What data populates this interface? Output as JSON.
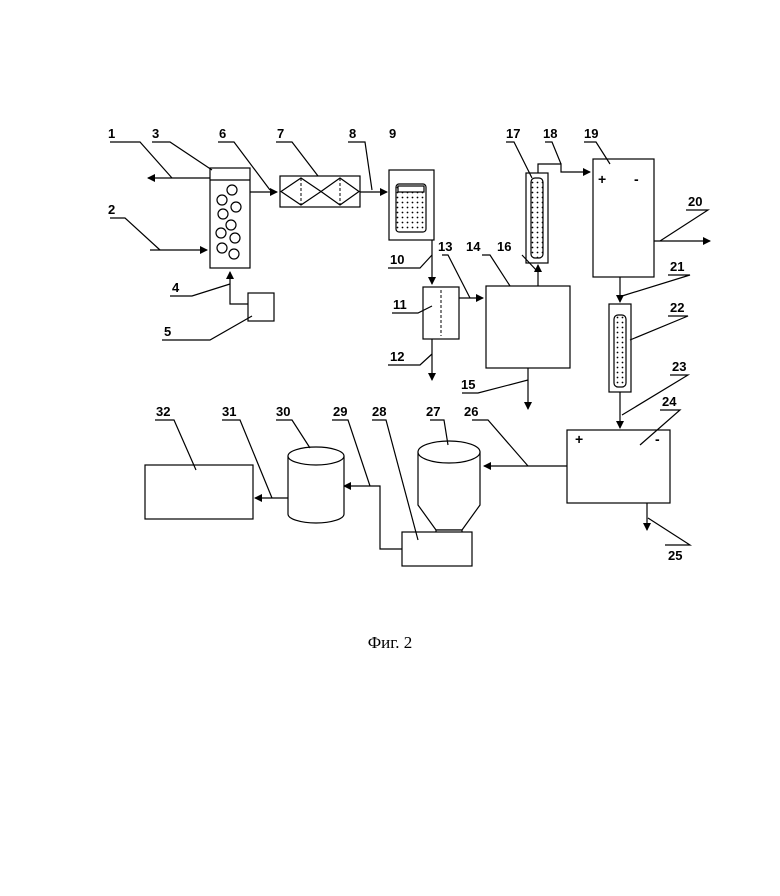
{
  "caption": "Фиг. 2",
  "labels": {
    "n1": "1",
    "n2": "2",
    "n3": "3",
    "n4": "4",
    "n5": "5",
    "n6": "6",
    "n7": "7",
    "n8": "8",
    "n9": "9",
    "n10": "10",
    "n11": "11",
    "n12": "12",
    "n13": "13",
    "n14": "14",
    "n15": "15",
    "n16": "16",
    "n17": "17",
    "n18": "18",
    "n19": "19",
    "n20": "20",
    "n21": "21",
    "n22": "22",
    "n23": "23",
    "n24": "24",
    "n25": "25",
    "n26": "26",
    "n27": "27",
    "n28": "28",
    "n29": "29",
    "n30": "30",
    "n31": "31",
    "n32": "32"
  },
  "polarity": {
    "plus": "+",
    "minus": "-"
  }
}
